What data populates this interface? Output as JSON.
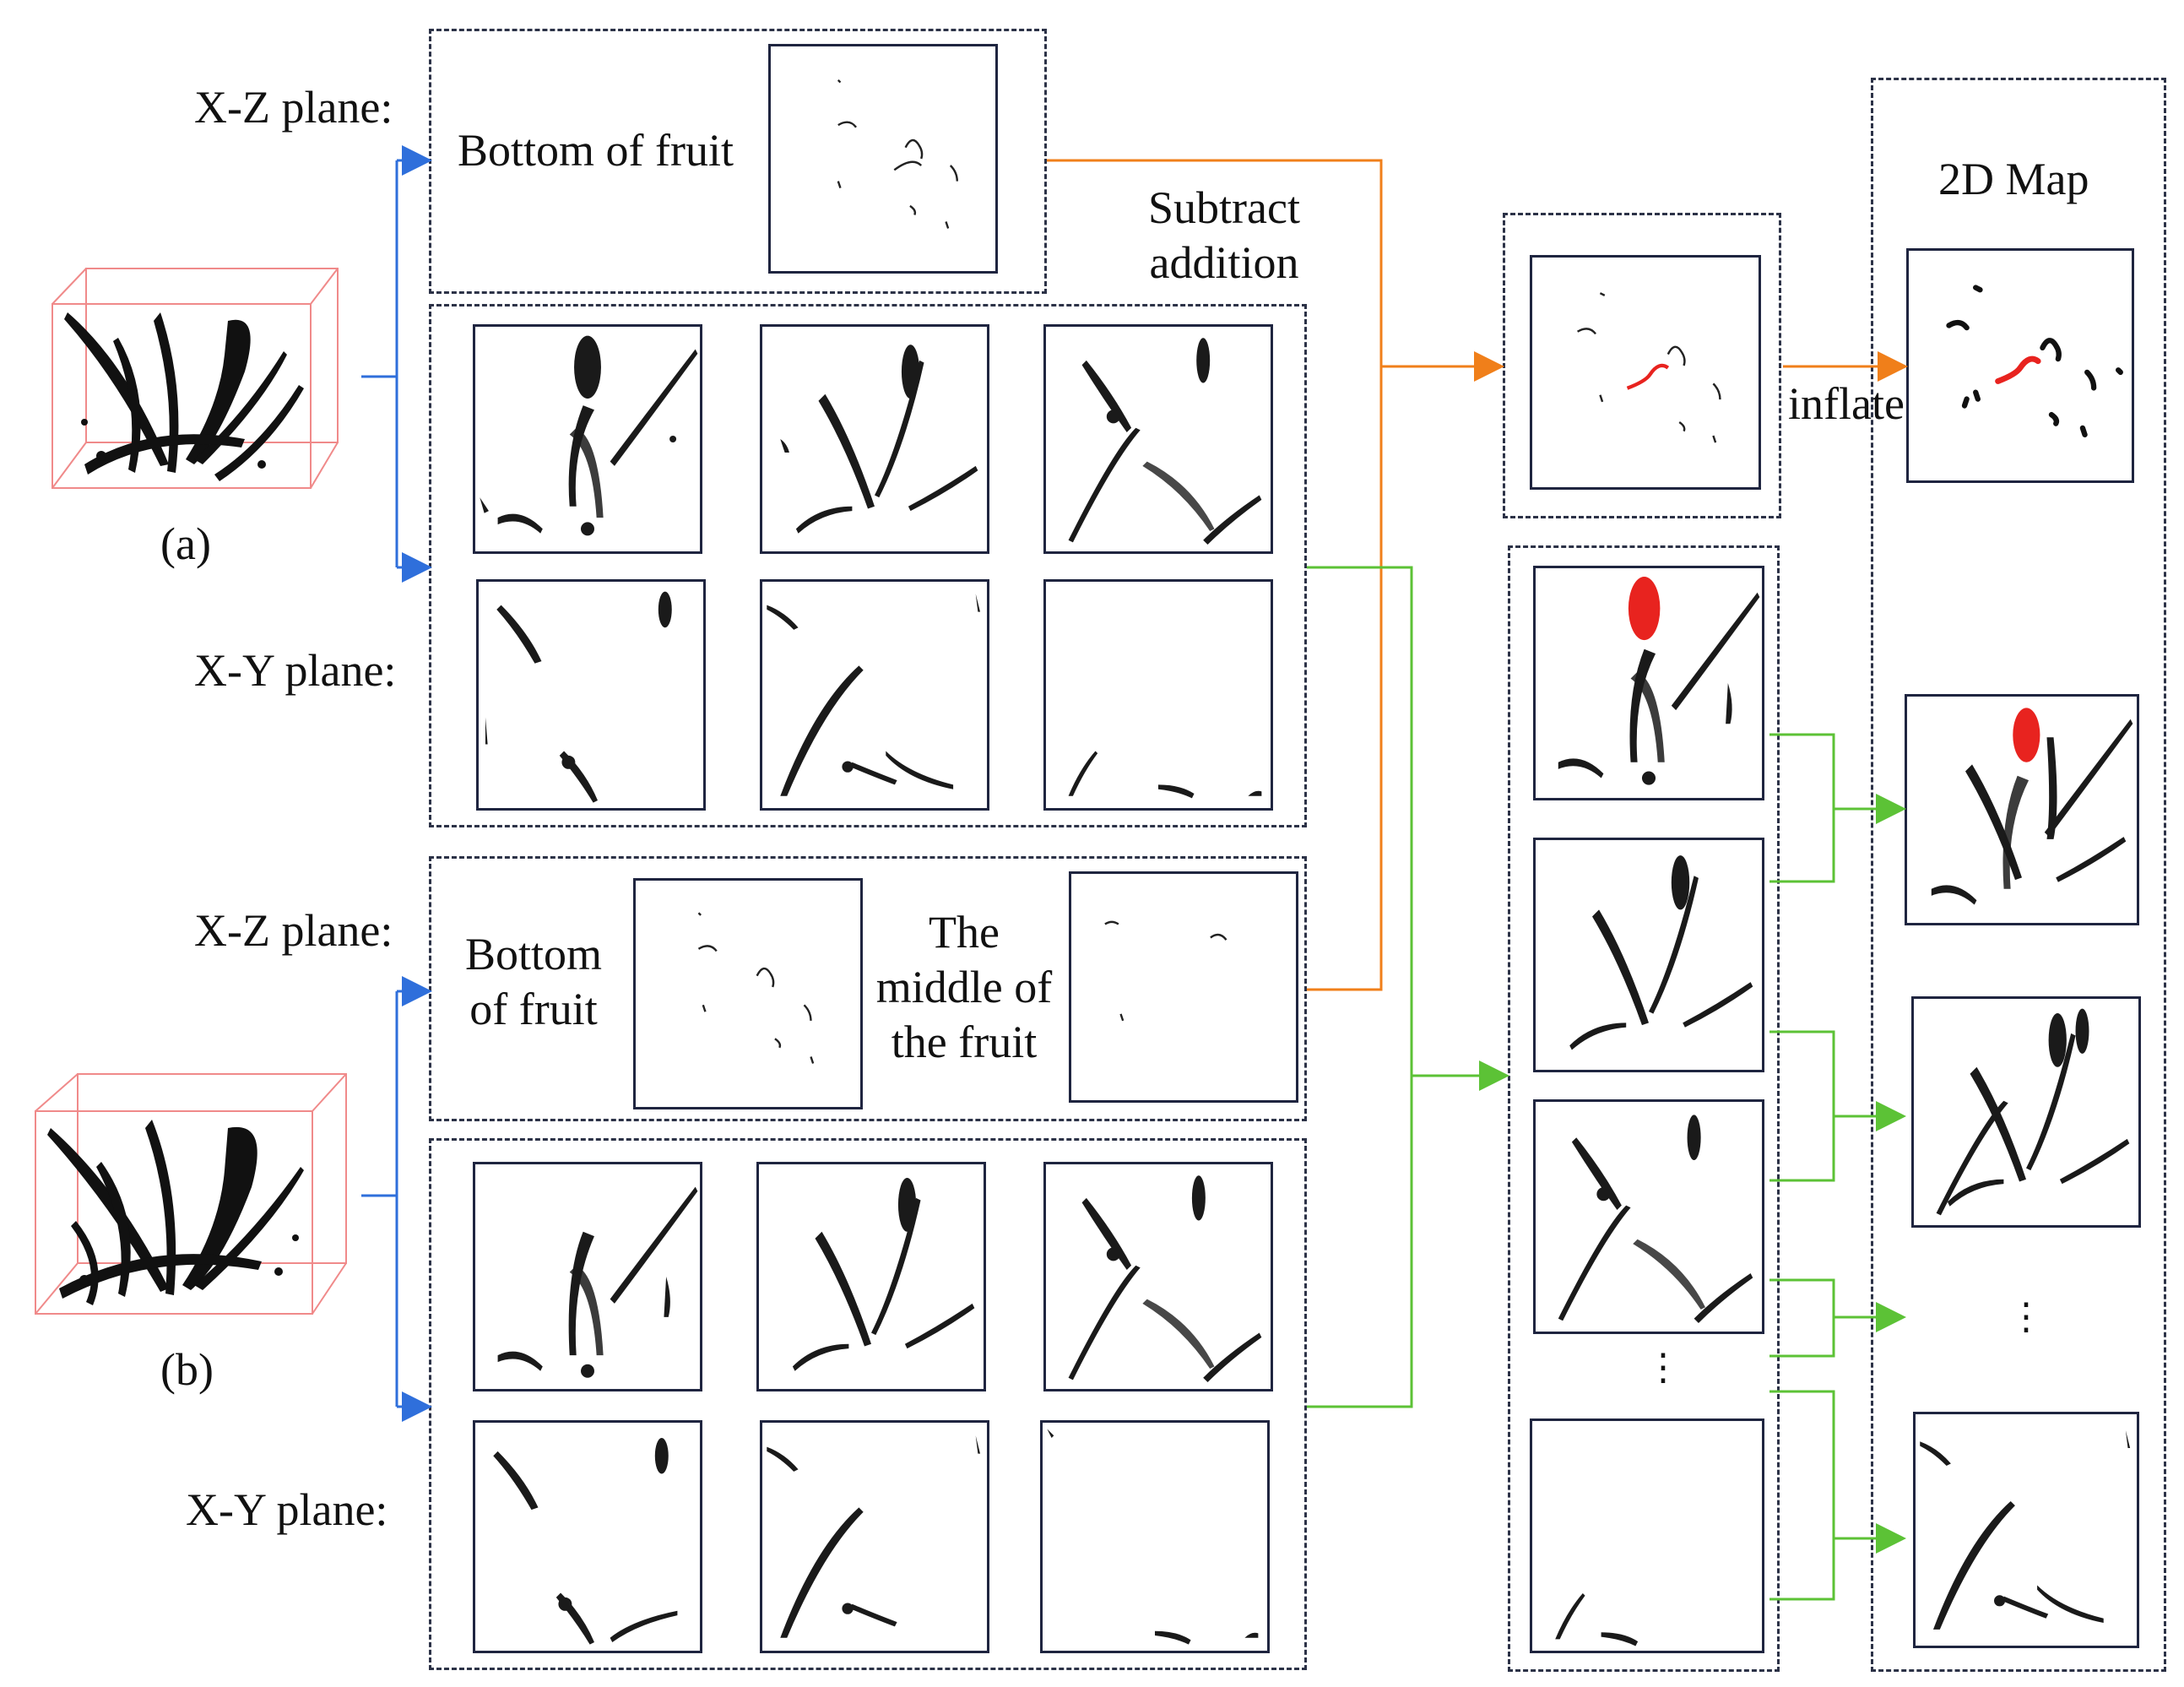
{
  "labels": {
    "xz_top": "X-Z plane:",
    "xy_top": "X-Y plane:",
    "xz_bottom": "X-Z plane:",
    "xy_bottom": "X-Y plane:",
    "bottom_of_fruit_top": "Bottom of fruit",
    "bottom_of_fruit_bottom": "Bottom of fruit",
    "middle_of_fruit": "The middle of the fruit",
    "subtract_addition": "Subtract addition",
    "inflate": "inflate",
    "map_2d": "2D Map",
    "caption_a": "(a)",
    "caption_b": "(b)",
    "ellipsis_mid": "⋮",
    "ellipsis_right": "⋮"
  },
  "colors": {
    "blue_arrow": "#2f6fdb",
    "orange_arrow": "#f07f1a",
    "green_arrow": "#5cc236",
    "box_edge": "#f08a8a",
    "highlight": "#e8231f",
    "dash": "#2c3247"
  }
}
